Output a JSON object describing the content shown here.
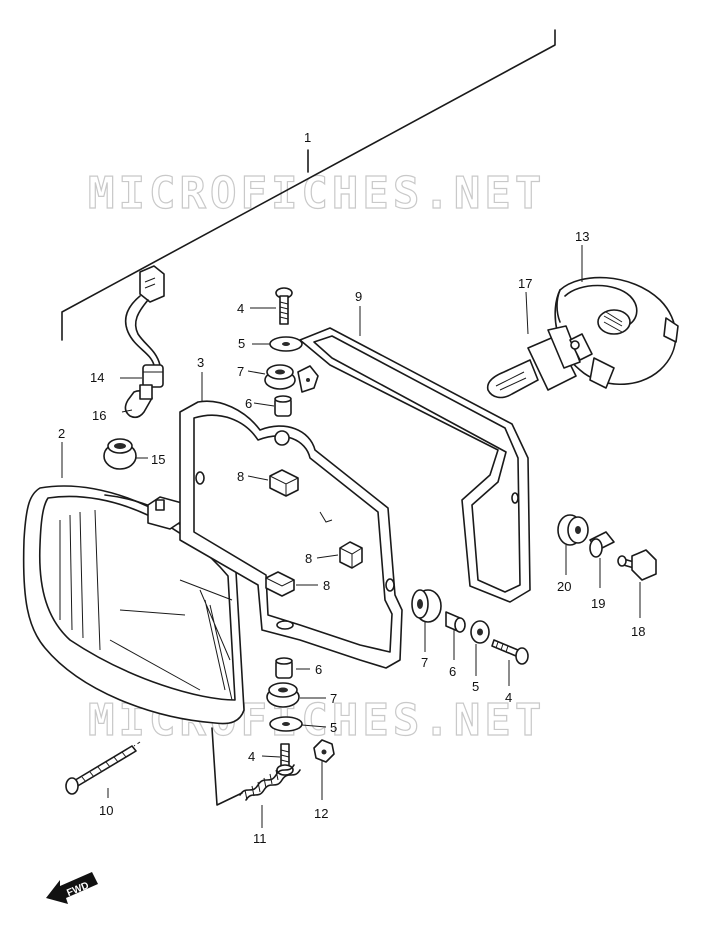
{
  "watermark": "MICROFICHES.NET",
  "fwd_label": "FWD",
  "labels": {
    "p1": "1",
    "p2": "2",
    "p3": "3",
    "p4a": "4",
    "p4b": "4",
    "p4c": "4",
    "p5a": "5",
    "p5b": "5",
    "p5c": "5",
    "p6a": "6",
    "p6b": "6",
    "p6c": "6",
    "p7a": "7",
    "p7b": "7",
    "p7c": "7",
    "p8a": "8",
    "p8b": "8",
    "p8c": "8",
    "p9": "9",
    "p10": "10",
    "p11": "11",
    "p12": "12",
    "p13": "13",
    "p14": "14",
    "p15": "15",
    "p16": "16",
    "p17": "17",
    "p18": "18",
    "p19": "19",
    "p20": "20"
  }
}
